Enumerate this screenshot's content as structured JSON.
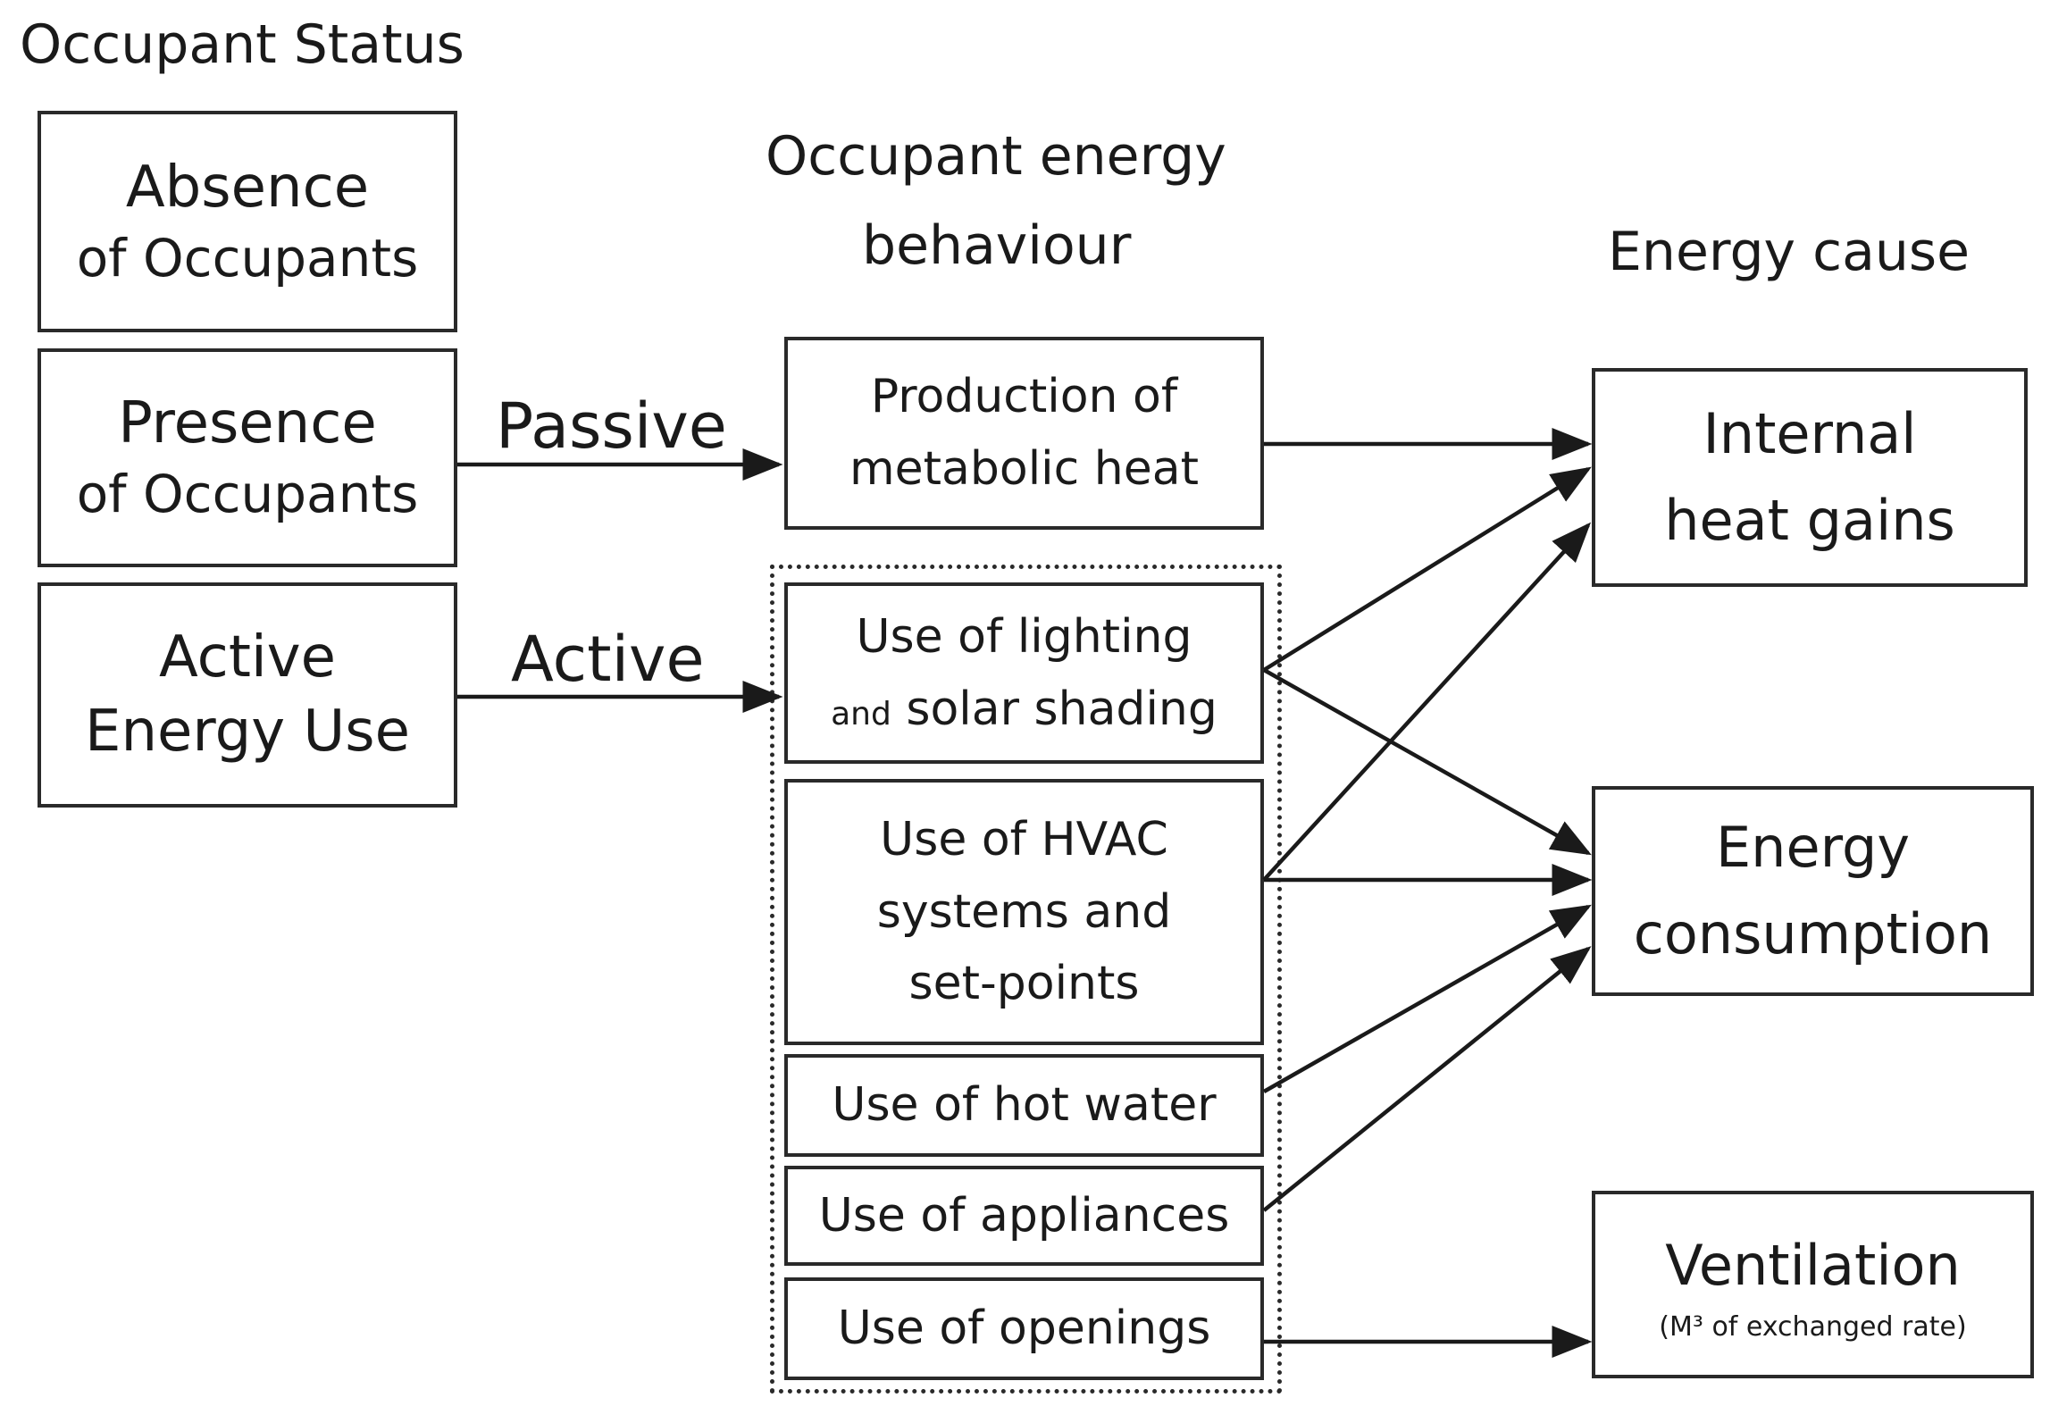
{
  "headings": {
    "occupant_status": "Occupant Status",
    "behaviour_line1": "Occupant energy",
    "behaviour_line2": "behaviour",
    "energy_cause": "Energy cause"
  },
  "status": {
    "absence": [
      "Absence",
      "of Occupants"
    ],
    "presence": [
      "Presence",
      "of Occupants"
    ],
    "active_use": [
      "Active",
      "Energy Use"
    ]
  },
  "edge_labels": {
    "passive": "Passive",
    "active": "Active"
  },
  "behaviours": {
    "metabolic": [
      "Production of",
      "metabolic heat"
    ],
    "lighting": {
      "line1": "Use of lighting",
      "line2_small": "and",
      "line2_rest": " solar shading"
    },
    "hvac": [
      "Use of HVAC",
      "systems and",
      "set-points"
    ],
    "hot_water": "Use of hot water",
    "appliances": "Use of appliances",
    "openings": "Use of openings"
  },
  "causes": {
    "internal_heat": [
      "Internal",
      "heat gains"
    ],
    "energy_consumption": [
      "Energy",
      "consumption"
    ],
    "ventilation": {
      "title": "Ventilation",
      "subtitle": "(M³ of exchanged rate)"
    }
  }
}
